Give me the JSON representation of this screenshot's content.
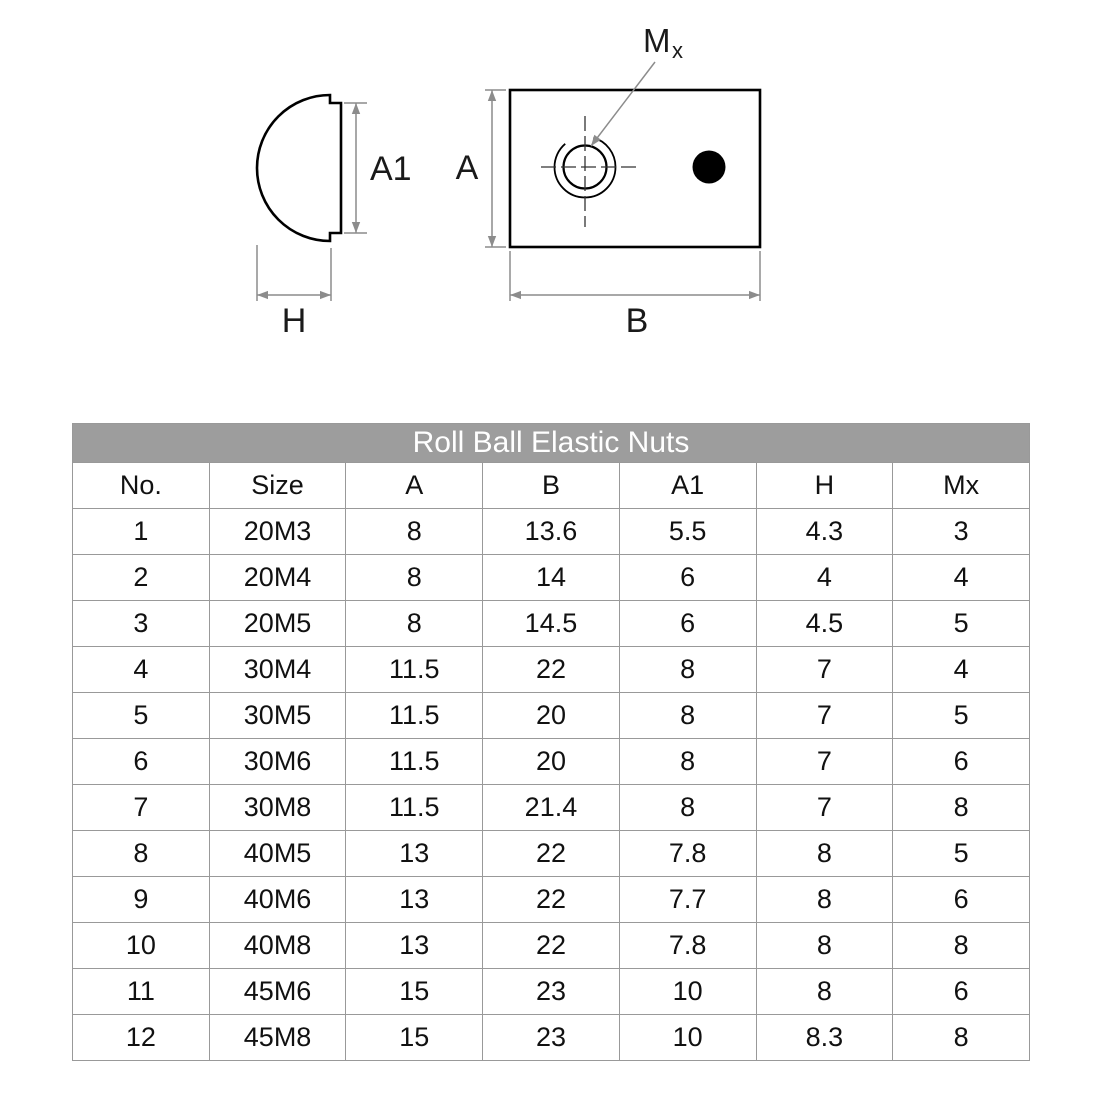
{
  "diagram": {
    "labels": {
      "a1": "A1",
      "h": "H",
      "a": "A",
      "b": "B",
      "m": "M",
      "m_sub": "x"
    },
    "colors": {
      "object_line": "#000000",
      "dimension_line": "#8c8c8c",
      "centerline": "#333333",
      "fill_dot": "#000000"
    }
  },
  "table": {
    "title": "Roll Ball Elastic Nuts",
    "title_bg": "#9d9d9d",
    "title_color": "#ffffff",
    "border_color": "#999999",
    "columns": [
      "No.",
      "Size",
      "A",
      "B",
      "A1",
      "H",
      "Mx"
    ],
    "rows": [
      [
        "1",
        "20M3",
        "8",
        "13.6",
        "5.5",
        "4.3",
        "3"
      ],
      [
        "2",
        "20M4",
        "8",
        "14",
        "6",
        "4",
        "4"
      ],
      [
        "3",
        "20M5",
        "8",
        "14.5",
        "6",
        "4.5",
        "5"
      ],
      [
        "4",
        "30M4",
        "11.5",
        "22",
        "8",
        "7",
        "4"
      ],
      [
        "5",
        "30M5",
        "11.5",
        "20",
        "8",
        "7",
        "5"
      ],
      [
        "6",
        "30M6",
        "11.5",
        "20",
        "8",
        "7",
        "6"
      ],
      [
        "7",
        "30M8",
        "11.5",
        "21.4",
        "8",
        "7",
        "8"
      ],
      [
        "8",
        "40M5",
        "13",
        "22",
        "7.8",
        "8",
        "5"
      ],
      [
        "9",
        "40M6",
        "13",
        "22",
        "7.7",
        "8",
        "6"
      ],
      [
        "10",
        "40M8",
        "13",
        "22",
        "7.8",
        "8",
        "8"
      ],
      [
        "11",
        "45M6",
        "15",
        "23",
        "10",
        "8",
        "6"
      ],
      [
        "12",
        "45M8",
        "15",
        "23",
        "10",
        "8.3",
        "8"
      ]
    ]
  }
}
